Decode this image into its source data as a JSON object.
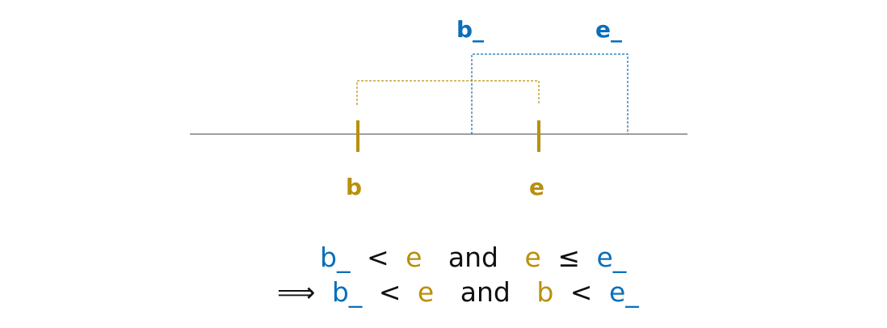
{
  "colors": {
    "blue": "#0a6fba",
    "gold": "#b8900c",
    "axis": "#666666",
    "text": "#111111"
  },
  "labels": {
    "b_prev": "b_",
    "e_prev": "e_",
    "b": "b",
    "e": "e"
  },
  "equations": {
    "line1": {
      "t1": "b_",
      "op1": "<",
      "t2": "e",
      "conj": "and",
      "t3": "e",
      "op2": "≤",
      "t4": "e_"
    },
    "line2": {
      "implies": "⟹",
      "t1": "b_",
      "op1": "<",
      "t2": "e",
      "conj": "and",
      "t3": "b",
      "op2": "<",
      "t4": "e_"
    }
  }
}
